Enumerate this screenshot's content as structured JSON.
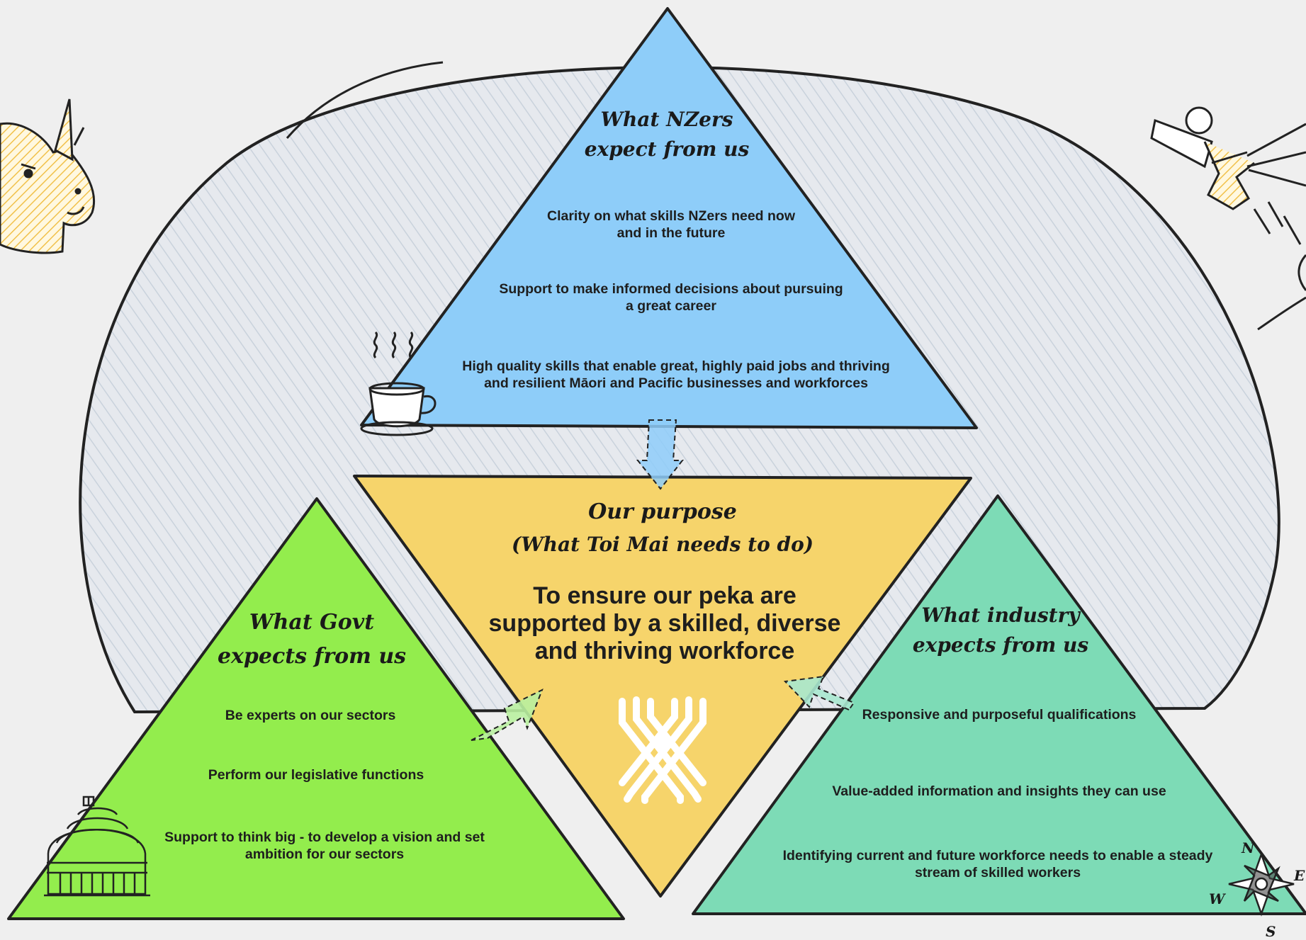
{
  "top_triangle": {
    "title_line1": "What NZers",
    "title_line2": "expect from us",
    "item1_line1": "Clarity on what skills NZers need now",
    "item1_line2": "and in the future",
    "item2_line1": "Support to make informed decisions about pursuing",
    "item2_line2": "a great career",
    "item3_line1": "High quality skills that enable great, highly paid jobs and thriving",
    "item3_line2": "and resilient Māori and Pacific businesses and workforces",
    "color": "#8ecdf9"
  },
  "center_triangle": {
    "title_line1": "Our purpose",
    "title_line2": "(What Toi Mai needs to do)",
    "statement_line1": "To ensure our peka are",
    "statement_line2": "supported by a skilled, diverse",
    "statement_line3": "and thriving workforce",
    "color": "#f6d46b"
  },
  "left_triangle": {
    "title_line1": "What Govt",
    "title_line2": "expects from us",
    "item1": "Be experts on our sectors",
    "item2": "Perform our legislative functions",
    "item3_line1": "Support to think big -  to develop a vision and set",
    "item3_line2": "ambition for our sectors",
    "color": "#93ed4d"
  },
  "right_triangle": {
    "title_line1": "What industry",
    "title_line2": "expects from us",
    "item1": "Responsive and purposeful qualifications",
    "item2": "Value-added information and insights  they can use",
    "item3_line1": "Identifying current and future workforce needs to enable a steady",
    "item3_line2": "stream of skilled workers",
    "color": "#7ddbb6"
  },
  "compass": {
    "n": "N",
    "e": "E",
    "s": "S",
    "w": "W"
  },
  "icons": [
    "unicorn-icon",
    "superhero-icon",
    "coffee-cup-icon",
    "parliament-beehive-icon",
    "toi-mai-logo-icon",
    "compass-icon"
  ]
}
